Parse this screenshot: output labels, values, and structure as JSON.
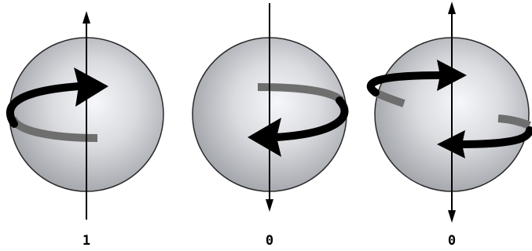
{
  "figure": {
    "panels": [
      {
        "label": "1",
        "description_icon": "sphere-spin-up-icon"
      },
      {
        "label": "0",
        "description_icon": "sphere-spin-down-icon"
      },
      {
        "label": "0",
        "description_icon": "sphere-double-spin-icon"
      }
    ]
  },
  "colors": {
    "sphere_center": "#f6f7fa",
    "sphere_mid": "#c9cbd0",
    "sphere_edge": "#8c8f95",
    "sphere_outline": "#2a2a2a",
    "arrow_front": "#000000",
    "arrow_back": "#6e6e6e",
    "axis": "#000000"
  }
}
